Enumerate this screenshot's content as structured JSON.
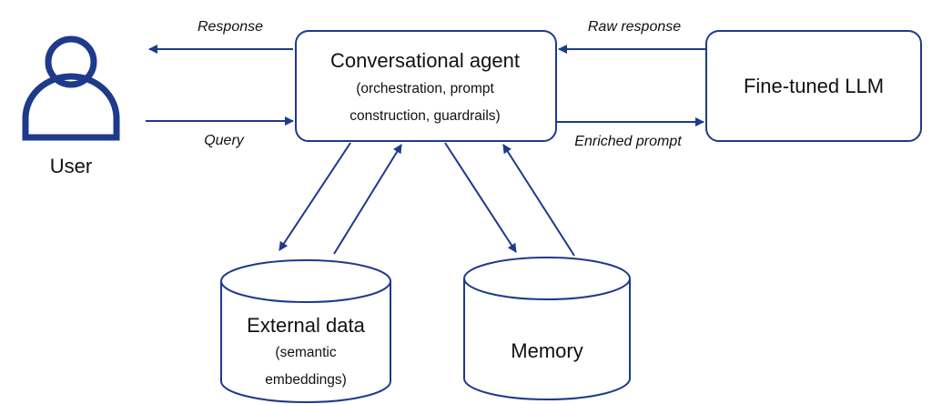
{
  "colors": {
    "stroke": "#1e3a8a",
    "text": "#111111",
    "background": "#ffffff"
  },
  "actor": {
    "icon": "user-icon",
    "label": "User"
  },
  "agent": {
    "title": "Conversational agent",
    "subtitle_line1": "(orchestration, prompt",
    "subtitle_line2": "construction, guardrails)"
  },
  "llm": {
    "title": "Fine-tuned LLM"
  },
  "external_data": {
    "title": "External data",
    "subtitle_line1": "(semantic",
    "subtitle_line2": "embeddings)"
  },
  "memory": {
    "title": "Memory"
  },
  "edges": {
    "response": "Response",
    "query": "Query",
    "raw_response": "Raw response",
    "enriched_prompt": "Enriched prompt"
  }
}
